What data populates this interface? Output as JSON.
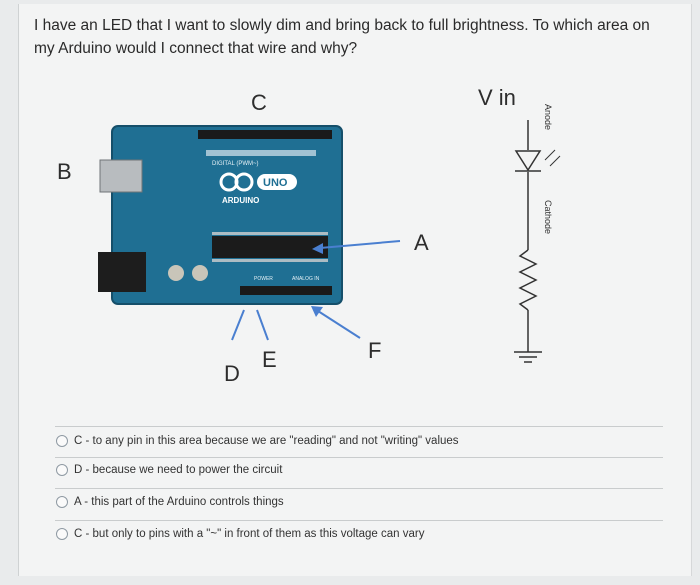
{
  "question": {
    "text": "I have an LED that I want to slowly dim and bring back to full brightness. To which area on my Arduino would I connect that wire and why?"
  },
  "figure": {
    "labels": {
      "a": "A",
      "b": "B",
      "c": "C",
      "d": "D",
      "e": "E",
      "f": "F",
      "vin": "V in"
    },
    "board": {
      "logo": "UNO",
      "brand": "ARDUINO",
      "digital": "DIGITAL (PWM~)",
      "power": "POWER",
      "analog": "ANALOG IN"
    },
    "led": {
      "anode": "Anode",
      "cathode": "Cathode"
    },
    "colors": {
      "arrow": "#4a7fd0",
      "board": "#1f6f93"
    }
  },
  "options": [
    {
      "label": "C - to any pin in this area because we are \"reading\" and not \"writing\" values"
    },
    {
      "label": "D - because we need to power the circuit"
    },
    {
      "label": "A - this part of the Arduino controls things"
    },
    {
      "label": "C - but only to pins with a \"~\" in front of them as this voltage can vary"
    }
  ]
}
